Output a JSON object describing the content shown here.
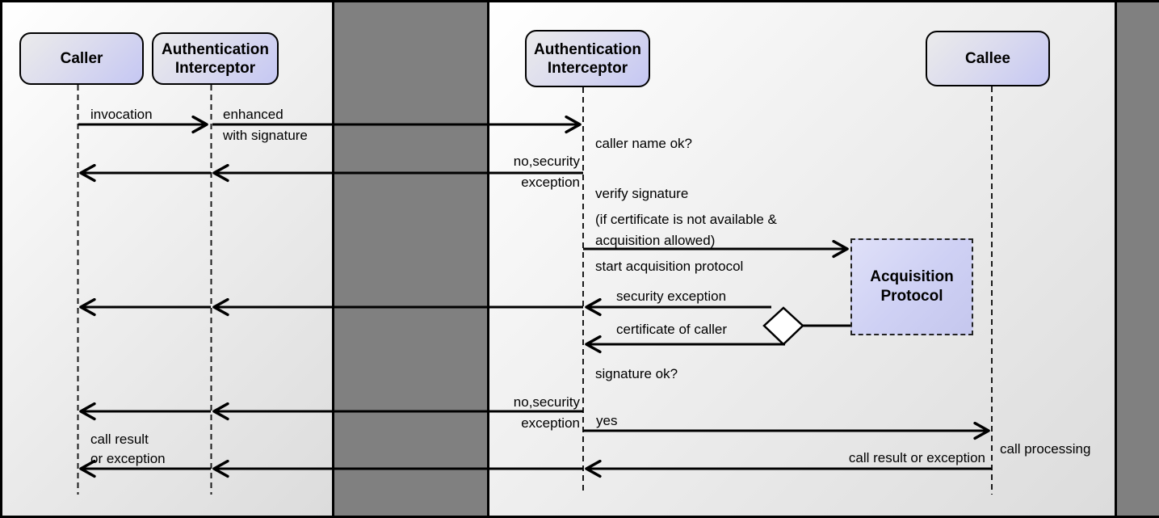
{
  "diagram_type": "uml-sequence-diagram",
  "colors": {
    "outer_background": "#808080",
    "panel_gradient_start": "#ffffff",
    "panel_gradient_end": "#dcdcdc",
    "actor_gradient_start": "#ebebeb",
    "actor_gradient_end": "#c5c7f3",
    "acquisition_box_fill": "#cfd1f4",
    "line_color": "#000000"
  },
  "actors": {
    "caller": {
      "label": "Caller"
    },
    "auth_interceptor_left": {
      "label": "Authentication\nInterceptor"
    },
    "auth_interceptor_right": {
      "label": "Authentication\nInterceptor"
    },
    "callee": {
      "label": "Callee"
    },
    "acquisition_protocol": {
      "label": "Acquisition\nProtocol"
    }
  },
  "labels": {
    "invocation": "invocation",
    "enhanced_with_signature": "enhanced\nwith signature",
    "no_security_exception_top": "no,security\nexception",
    "caller_name_ok": "caller name ok?",
    "verify_signature": "verify signature",
    "certificate_condition": "(if certificate is not available &\nacquisition allowed)",
    "start_acquisition_protocol": "start acquisition protocol",
    "security_exception": "security exception",
    "certificate_of_caller": "certificate of caller",
    "signature_ok": "signature ok?",
    "no_security_exception_bottom": "no,security\nexception",
    "yes": "yes",
    "call_processing": "call processing",
    "call_result_or_exception_right": "call result or exception",
    "call_result_or_exception_left": "call result\nor exception"
  }
}
